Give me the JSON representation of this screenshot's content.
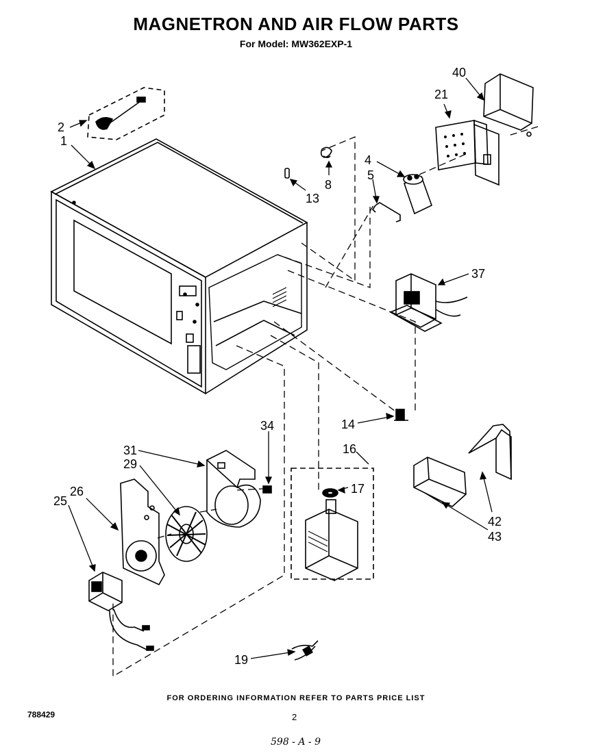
{
  "header": {
    "title": "MAGNETRON AND AIR FLOW PARTS",
    "subtitle": "For Model: MW362EXP-1"
  },
  "callouts": {
    "p1": "1",
    "p2": "2",
    "p4": "4",
    "p5": "5",
    "p8": "8",
    "p13": "13",
    "p14": "14",
    "p16": "16",
    "p17": "17",
    "p19": "19",
    "p21": "21",
    "p25": "25",
    "p26": "26",
    "p29": "29",
    "p31": "31",
    "p34": "34",
    "p37": "37",
    "p40": "40",
    "p42": "42",
    "p43": "43"
  },
  "footer": {
    "note": "FOR ORDERING INFORMATION REFER TO PARTS PRICE LIST",
    "doc_number": "788429",
    "page": "2",
    "handwritten": "598 - A - 9"
  }
}
